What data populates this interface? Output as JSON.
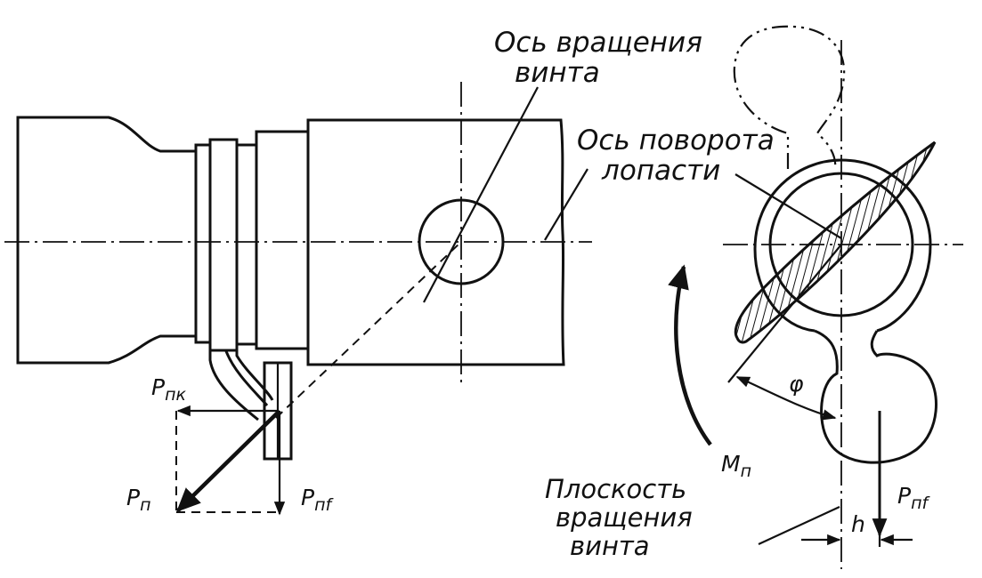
{
  "labels": {
    "screw_axis_1": "Ось вращения",
    "screw_axis_2": "винта",
    "blade_axis_1": "Ось поворота",
    "blade_axis_2": "лопасти",
    "plane_1": "Плоскость",
    "plane_2": "вращения",
    "plane_3": "винта"
  },
  "symbols": {
    "p_nk": {
      "main": "P",
      "sub": "пк"
    },
    "p_n": {
      "main": "P",
      "sub": "п"
    },
    "p_nf_left": {
      "main": "P",
      "sub": "пf"
    },
    "p_nf_right": {
      "main": "P",
      "sub": "пf"
    },
    "m_n": {
      "main": "M",
      "sub": "п"
    },
    "phi": "φ",
    "h": "h"
  },
  "colors": {
    "ink": "#111111",
    "paper": "#ffffff"
  }
}
